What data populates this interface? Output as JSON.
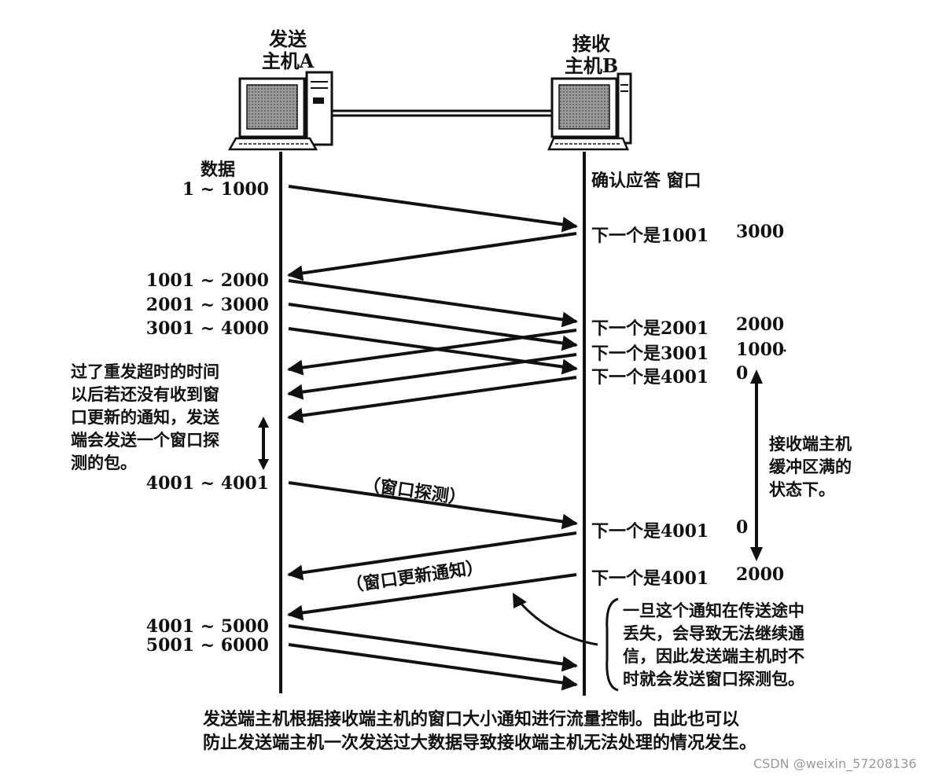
{
  "hosts": {
    "sender": {
      "line1": "发送",
      "line2": "主机A"
    },
    "receiver": {
      "line1": "接收",
      "line2": "主机B"
    }
  },
  "headers": {
    "data": "数据",
    "ack_window": "确认应答 窗口"
  },
  "sender_labels": [
    "1 ~ 1000",
    "1001 ~ 2000",
    "2001 ~ 3000",
    "3001 ~ 4000",
    "4001 ~ 4001",
    "4001 ~ 5000",
    "5001 ~ 6000"
  ],
  "receiver_labels": [
    {
      "ack": "下一个是1001",
      "window": "3000"
    },
    {
      "ack": "下一个是2001",
      "window": "2000"
    },
    {
      "ack": "下一个是3001",
      "window": "1000"
    },
    {
      "ack": "下一个是4001",
      "window": "0"
    },
    {
      "ack": "下一个是4001",
      "window": "0"
    },
    {
      "ack": "下一个是4001",
      "window": "2000"
    }
  ],
  "annotations": {
    "window_probe": "（窗口探测）",
    "window_update": "（窗口更新通知）",
    "left_note": [
      "过了重发超时的时间",
      "以后若还没有收到窗",
      "口更新的通知，发送",
      "端会发送一个窗口探",
      "测的包。"
    ],
    "buffer_note": [
      "接收端主机",
      "缓冲区满的",
      "状态下。"
    ],
    "loss_note": [
      "一旦这个通知在传送途中",
      "丢失，会导致无法继续通",
      "信，因此发送端主机时不",
      "时就会发送窗口探测包。"
    ]
  },
  "caption": [
    "发送端主机根据接收端主机的窗口大小通知进行流量控制。由此也可以",
    "防止发送端主机一次发送过大数据导致接收端主机无法处理的情况发生。"
  ],
  "watermark": "CSDN @weixin_57208136"
}
